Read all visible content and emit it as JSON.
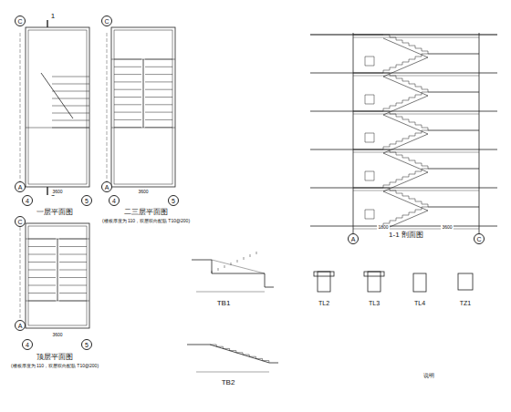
{
  "diagram": {
    "nodes": [
      {
        "text": [
          "C"
        ]
      },
      {
        "text": [
          "A"
        ]
      },
      {
        "text": [
          "4"
        ]
      },
      {
        "text": [
          "5"
        ]
      },
      {
        "text": [
          "C"
        ]
      },
      {
        "text": [
          "A"
        ]
      },
      {
        "text": [
          "4"
        ]
      },
      {
        "text": [
          "5"
        ]
      },
      {
        "text": [
          "C"
        ]
      },
      {
        "text": [
          "A"
        ]
      },
      {
        "text": [
          "4"
        ]
      },
      {
        "text": [
          "5"
        ]
      },
      {
        "text": [
          "A"
        ]
      },
      {
        "text": [
          "C"
        ]
      }
    ],
    "labels": [
      "一层平面图",
      "二三层平面图",
      "(楼板厚度为 110，双层双向配筋 T10@200)",
      "顶层平面图",
      "(楼板厚度为 110，双层双向配筋 T10@200)",
      "1-1 剖面图",
      "TB1",
      "TB2",
      "TL2",
      "TL3",
      "TL4",
      "TZ1",
      "1",
      "1",
      "3600",
      "3600",
      "3600",
      "1800",
      "3600",
      "说明"
    ]
  }
}
